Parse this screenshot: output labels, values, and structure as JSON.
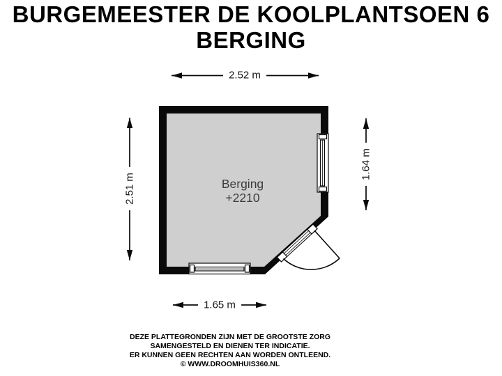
{
  "title": {
    "line1": "BURGEMEESTER DE KOOLPLANTSOEN 6",
    "line2": "BERGING"
  },
  "room": {
    "name": "Berging",
    "elevation": "+2210"
  },
  "dimensions": {
    "top": "2.52 m",
    "left": "2.51 m",
    "right": "1.64 m",
    "bottom": "1.65 m"
  },
  "footer": {
    "line1": "DEZE PLATTEGRONDEN ZIJN MET DE GROOTSTE ZORG",
    "line2": "SAMENGESTELD EN DIENEN TER INDICATIE.",
    "line3": "ER KUNNEN GEEN RECHTEN AAN WORDEN ONTLEEND.",
    "line4": "© WWW.DROOMHUIS360.NL"
  },
  "colors": {
    "wall": "#0a0a0a",
    "floor": "#cfcfcf",
    "text": "#000000",
    "room_label_text": "#3c3c3c",
    "background": "#ffffff"
  }
}
